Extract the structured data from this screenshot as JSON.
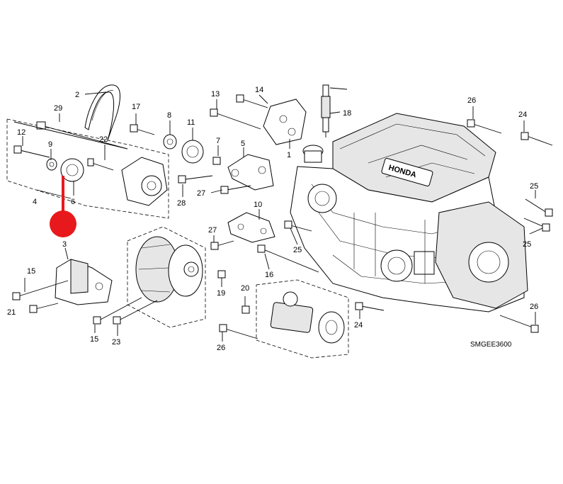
{
  "diagram": {
    "code": "SMGEE3600",
    "brand": "HONDA",
    "highlight_color": "#e8191c",
    "callouts": {
      "c1": "1",
      "c2": "2",
      "c3": "3",
      "c4": "4",
      "c5": "5",
      "c6": "6",
      "c7": "7",
      "c8": "8",
      "c9": "9",
      "c10": "10",
      "c11": "11",
      "c12": "12",
      "c13": "13",
      "c14": "14",
      "c15a": "15",
      "c15b": "15",
      "c16": "16",
      "c17": "17",
      "c18": "18",
      "c19": "19",
      "c20": "20",
      "c21": "21",
      "c22": "22",
      "c23": "23",
      "c24a": "24",
      "c24b": "24",
      "c25a": "25",
      "c25b": "25",
      "c25c": "25",
      "c26a": "26",
      "c26b": "26",
      "c26c": "26",
      "c27a": "27",
      "c27b": "27",
      "c28": "28",
      "c29": "29"
    }
  }
}
